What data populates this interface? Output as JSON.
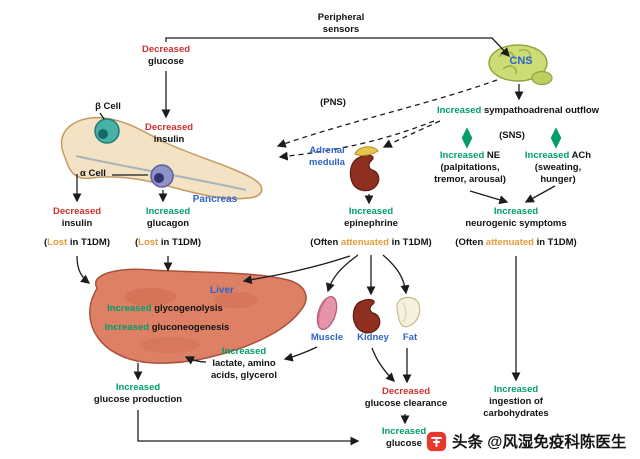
{
  "title": "Counterregulatory responses to decreased glucose",
  "colors": {
    "increased": "#009e68",
    "decreased": "#cf3230",
    "attenuated_lost": "#e59a38",
    "organ_label": "#2f63c9"
  },
  "icons": [
    "brain-icon",
    "beta-cell-icon",
    "alpha-cell-icon",
    "pancreas-illustration",
    "adrenal-kidney-icon",
    "liver-illustration",
    "muscle-icon",
    "kidney-icon",
    "fat-icon",
    "toutiao-logo-icon"
  ],
  "labels": {
    "peripheral_sensors": {
      "line1": "Peripheral",
      "line2": "sensors"
    },
    "dec_glucose_top": {
      "kw": "Decreased",
      "rest": "glucose"
    },
    "cns": "CNS",
    "beta_cell": "β Cell",
    "dec_insulin_pan": {
      "kw": "Decreased",
      "rest": "insulin"
    },
    "alpha_cell": "α Cell",
    "pancreas": "Pancreas",
    "pns": "(PNS)",
    "adrenal_medulla": {
      "line1": "Adrenal",
      "line2": "medulla"
    },
    "sympathoadrenal": {
      "kw": "Increased",
      "rest": "sympathoadrenal outflow"
    },
    "sns": "(SNS)",
    "inc_ne": {
      "kw": "Increased",
      "rest": "NE",
      "sub": "(palpitations, tremor, arousal)"
    },
    "inc_ach": {
      "kw": "Increased",
      "rest": "ACh",
      "sub": "(sweating, hunger)"
    },
    "dec_insulin_col": {
      "kw": "Decreased",
      "rest": "insulin",
      "paren_pre": "(",
      "paren_kw": "Lost",
      "paren_post": " in T1DM)"
    },
    "inc_glucagon": {
      "kw": "Increased",
      "rest": "glucagon",
      "paren_pre": "(",
      "paren_kw": "Lost",
      "paren_post": " in T1DM)"
    },
    "inc_epinephrine": {
      "kw": "Increased",
      "rest": "epinephrine",
      "paren_pre": "(Often ",
      "paren_kw": "attenuated",
      "paren_post": " in T1DM)"
    },
    "inc_neurogenic": {
      "kw": "Increased",
      "rest": "neurogenic symptoms",
      "paren_pre": "(Often ",
      "paren_kw": "attenuated",
      "paren_post": " in T1DM)"
    },
    "liver": "Liver",
    "inc_glycogenolysis": {
      "kw": "Increased",
      "rest": "glycogenolysis"
    },
    "inc_gluconeogenesis": {
      "kw": "Increased",
      "rest": "gluconeogenesis"
    },
    "muscle": "Muscle",
    "kidney": "Kidney",
    "fat": "Fat",
    "inc_lactate": {
      "kw": "Increased",
      "rest": "lactate, amino acids, glycerol"
    },
    "inc_production": {
      "kw": "Increased",
      "rest": "glucose production"
    },
    "dec_clearance": {
      "kw": "Decreased",
      "rest": "glucose clearance"
    },
    "inc_ingestion": {
      "kw": "Increased",
      "rest": "ingestion of carbohydrates"
    },
    "inc_glucose_bottom": {
      "kw": "Increased",
      "rest": "glucose"
    }
  },
  "watermark": {
    "text": "头条 @风湿免疫科陈医生"
  }
}
